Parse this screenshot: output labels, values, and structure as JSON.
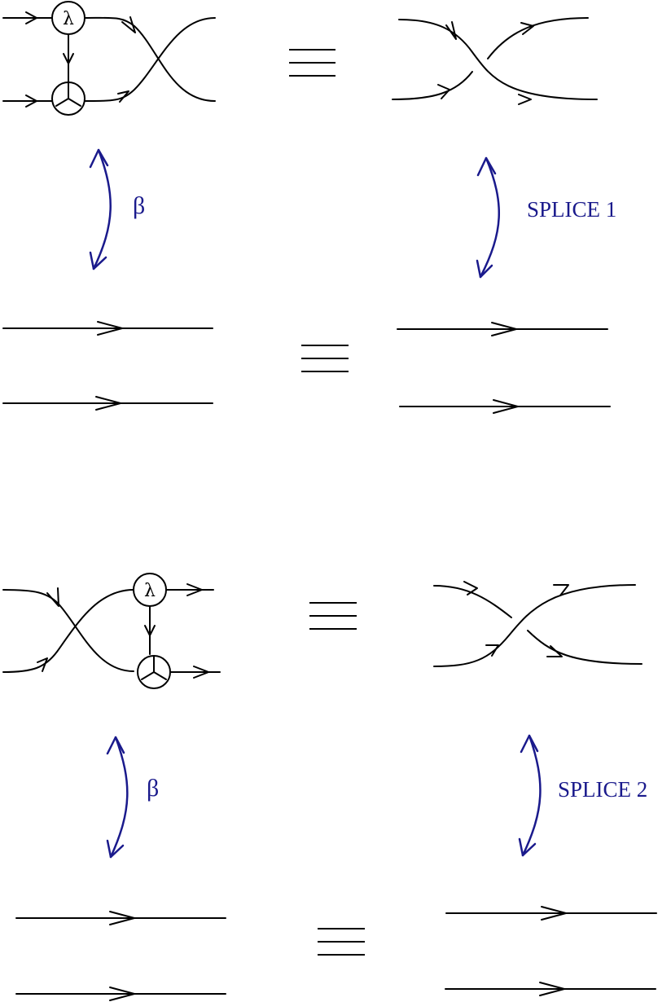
{
  "colors": {
    "ink": "#000000",
    "accent": "#1a1a8c"
  },
  "top_panel": {
    "node_lambda": "λ",
    "move_left": "β",
    "move_right": "SPLICE 1"
  },
  "bottom_panel": {
    "node_lambda": "λ",
    "move_left": "β",
    "move_right": "SPLICE 2"
  }
}
